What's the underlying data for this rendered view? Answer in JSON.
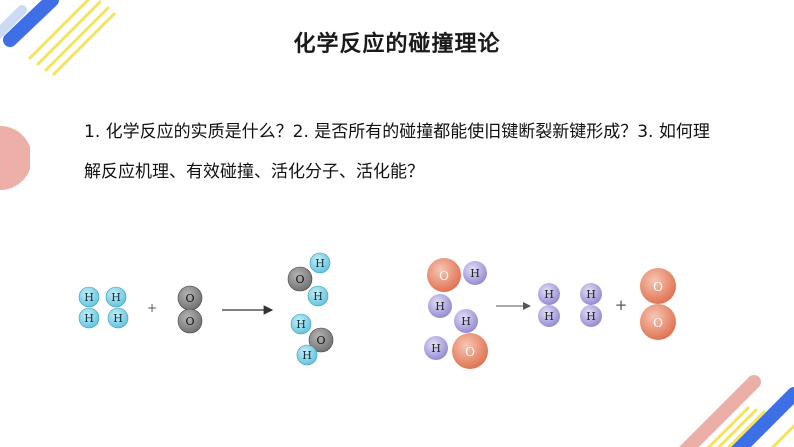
{
  "slide": {
    "title": "化学反应的碰撞理论",
    "question": "1. 化学反应的实质是什么？2. 是否所有的碰撞都能使旧键断裂新键形成？3. 如何理解反应机理、有效碰撞、活化分子、活化能？"
  },
  "diagram_left": {
    "h_label": "H",
    "o_label": "O",
    "plus": "+"
  },
  "diagram_right": {
    "h_label": "H",
    "o_label": "O",
    "plus": "+"
  },
  "colors": {
    "hydrogen_left": "#7fd3e6",
    "oxygen_left": "#8c8c8c",
    "hydrogen_right": "#a9a2dc",
    "oxygen_right": "#e9886b",
    "deco_blue": "#3f6fe6",
    "deco_yellow": "#f4e45a",
    "deco_pink": "#e9a29a"
  }
}
